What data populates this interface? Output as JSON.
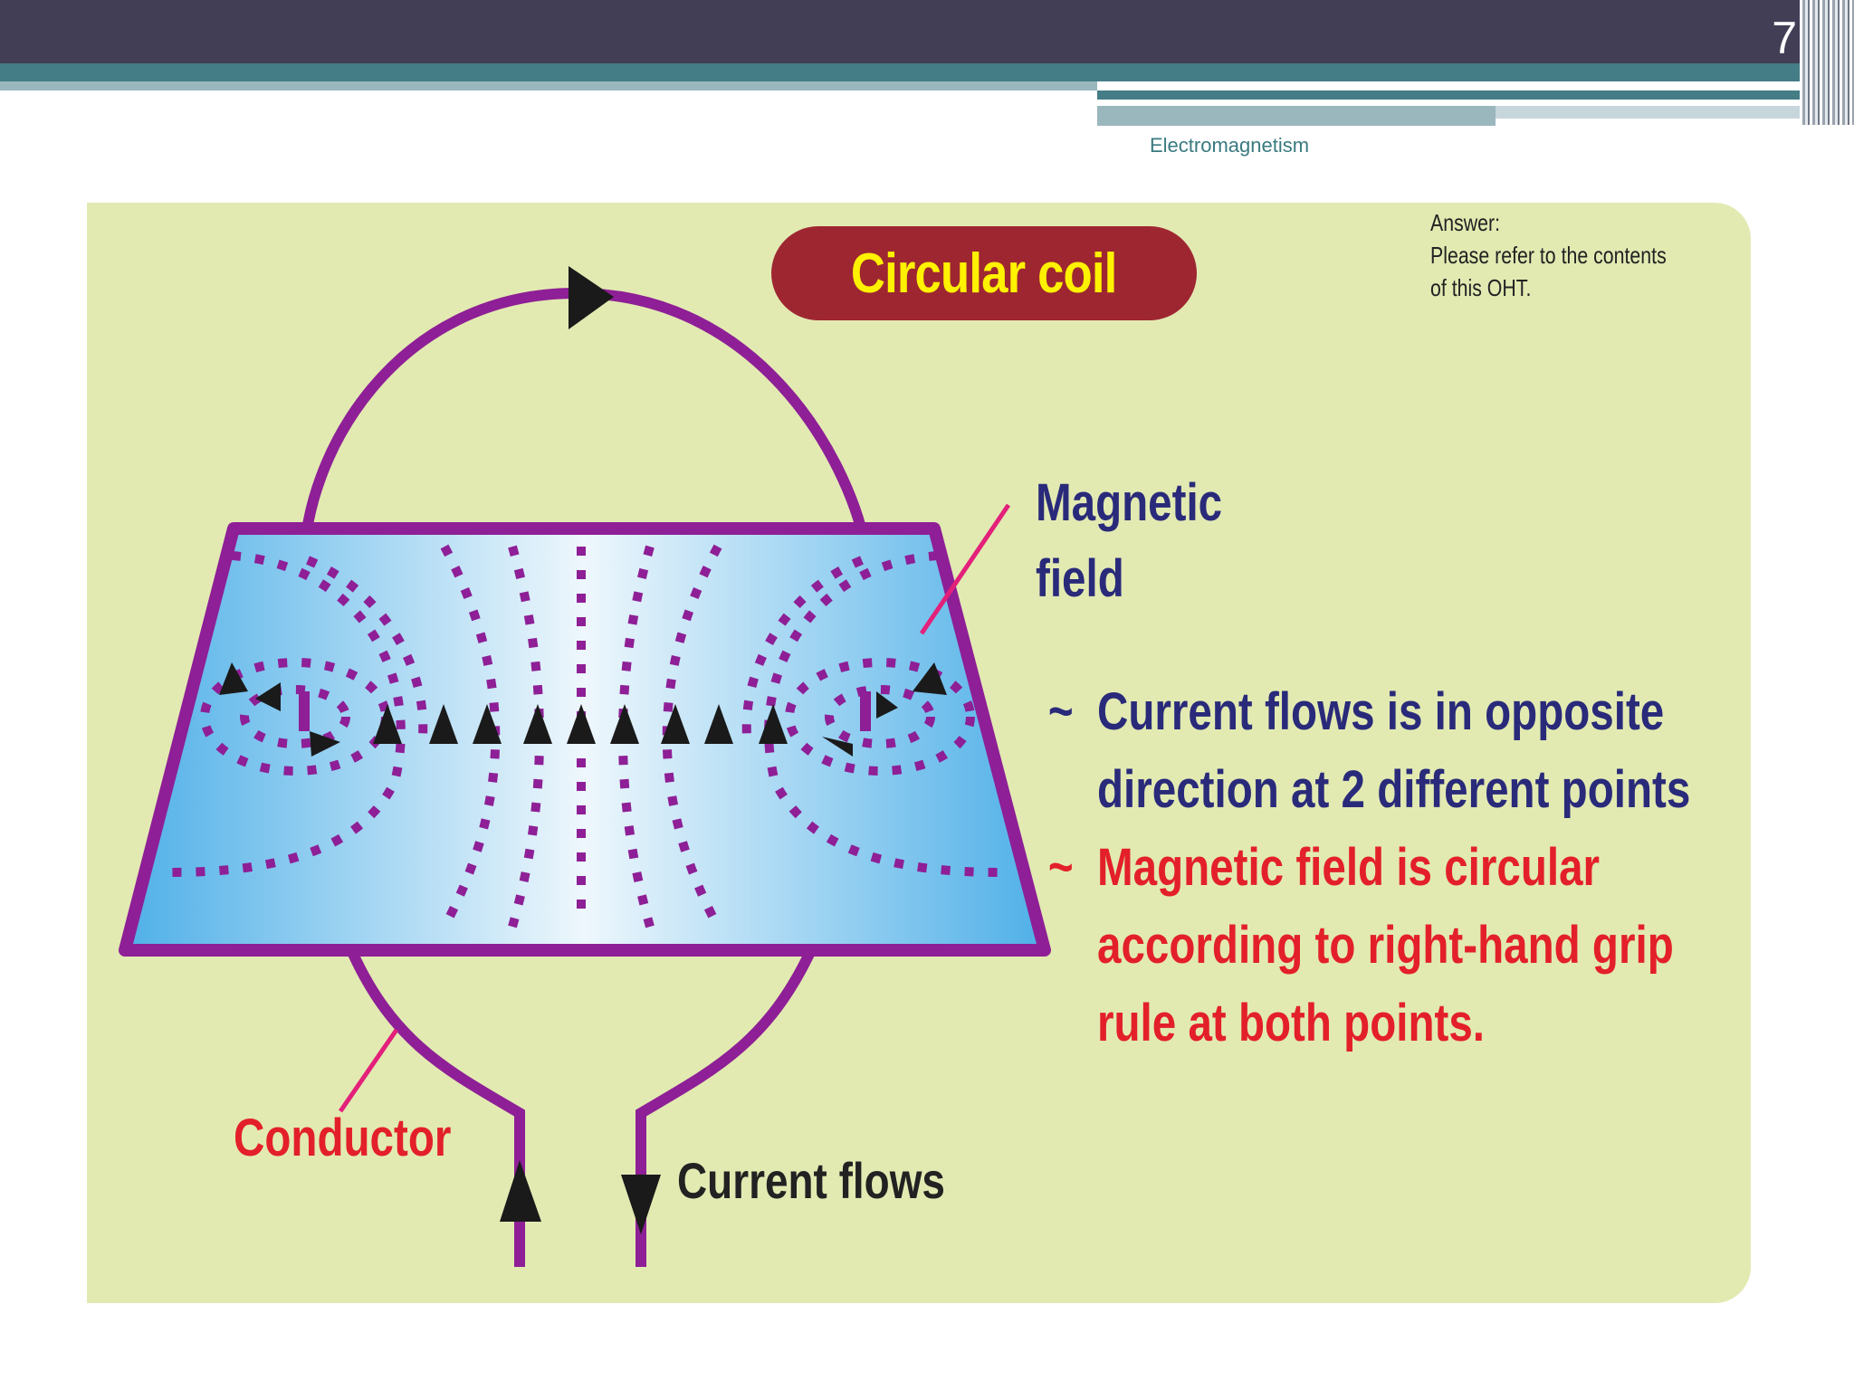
{
  "slide": {
    "number": "7",
    "subtitle": "Electromagnetism"
  },
  "diagram": {
    "title": "Circular coil",
    "answer": "Answer:\nPlease refer to the contents of this OHT.",
    "labels": {
      "magnetic_field": "Magnetic field",
      "conductor": "Conductor",
      "current_flows": "Current flows"
    },
    "bullets": [
      {
        "marker": "~",
        "text": "Current flows is in opposite direction at 2 different points",
        "color": "#2a2a7a"
      },
      {
        "marker": "~",
        "text": "Magnetic field is circular according to right-hand grip rule at both points.",
        "color": "#e3202a"
      }
    ]
  },
  "colors": {
    "header": "#423e55",
    "teal": "#447d86",
    "panel": "#e2eab2",
    "title_pill": "#9e2631",
    "title_text": "#fff200",
    "conductor_wire": "#8e1f96",
    "field_plane": "#5bb7ea",
    "pointer_line": "#e3207a"
  }
}
